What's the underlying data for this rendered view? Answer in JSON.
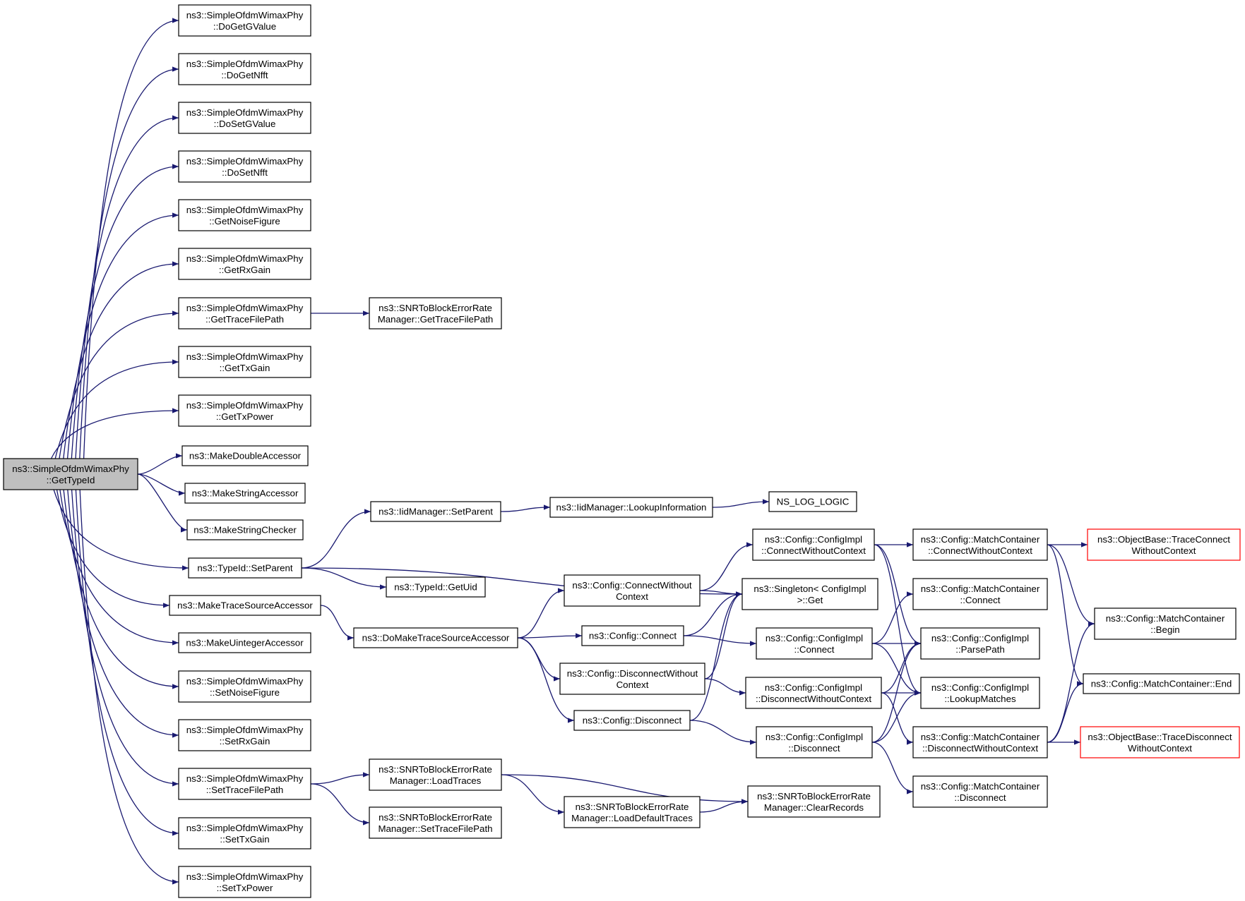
{
  "colors": {
    "edge": "#191970",
    "node_border": "#000000",
    "root_fill": "#bfbfbf",
    "node_fill": "#ffffff",
    "truncated_border": "#ff0000"
  },
  "nodes": [
    {
      "id": "root",
      "lines": [
        "ns3::SimpleOfdmWimaxPhy",
        "::GetTypeId"
      ],
      "kind": "root"
    },
    {
      "id": "n1",
      "lines": [
        "ns3::SimpleOfdmWimaxPhy",
        "::DoGetGValue"
      ]
    },
    {
      "id": "n2",
      "lines": [
        "ns3::SimpleOfdmWimaxPhy",
        "::DoGetNfft"
      ]
    },
    {
      "id": "n3",
      "lines": [
        "ns3::SimpleOfdmWimaxPhy",
        "::DoSetGValue"
      ]
    },
    {
      "id": "n4",
      "lines": [
        "ns3::SimpleOfdmWimaxPhy",
        "::DoSetNfft"
      ]
    },
    {
      "id": "n5",
      "lines": [
        "ns3::SimpleOfdmWimaxPhy",
        "::GetNoiseFigure"
      ]
    },
    {
      "id": "n6",
      "lines": [
        "ns3::SimpleOfdmWimaxPhy",
        "::GetRxGain"
      ]
    },
    {
      "id": "n7",
      "lines": [
        "ns3::SimpleOfdmWimaxPhy",
        "::GetTraceFilePath"
      ]
    },
    {
      "id": "n8",
      "lines": [
        "ns3::SimpleOfdmWimaxPhy",
        "::GetTxGain"
      ]
    },
    {
      "id": "n9",
      "lines": [
        "ns3::SimpleOfdmWimaxPhy",
        "::GetTxPower"
      ]
    },
    {
      "id": "n10",
      "lines": [
        "ns3::MakeDoubleAccessor"
      ]
    },
    {
      "id": "n11",
      "lines": [
        "ns3::MakeStringAccessor"
      ]
    },
    {
      "id": "n12",
      "lines": [
        "ns3::MakeStringChecker"
      ]
    },
    {
      "id": "n13",
      "lines": [
        "ns3::TypeId::SetParent"
      ]
    },
    {
      "id": "n14",
      "lines": [
        "ns3::MakeTraceSourceAccessor"
      ]
    },
    {
      "id": "n15",
      "lines": [
        "ns3::MakeUintegerAccessor"
      ]
    },
    {
      "id": "n16",
      "lines": [
        "ns3::SimpleOfdmWimaxPhy",
        "::SetNoiseFigure"
      ]
    },
    {
      "id": "n17",
      "lines": [
        "ns3::SimpleOfdmWimaxPhy",
        "::SetRxGain"
      ]
    },
    {
      "id": "n18",
      "lines": [
        "ns3::SimpleOfdmWimaxPhy",
        "::SetTraceFilePath"
      ]
    },
    {
      "id": "n19",
      "lines": [
        "ns3::SimpleOfdmWimaxPhy",
        "::SetTxGain"
      ]
    },
    {
      "id": "n20",
      "lines": [
        "ns3::SimpleOfdmWimaxPhy",
        "::SetTxPower"
      ]
    },
    {
      "id": "m1",
      "lines": [
        "ns3::SNRToBlockErrorRate",
        "Manager::GetTraceFilePath"
      ]
    },
    {
      "id": "m2",
      "lines": [
        "ns3::IidManager::SetParent"
      ]
    },
    {
      "id": "m3",
      "lines": [
        "ns3::TypeId::GetUid"
      ]
    },
    {
      "id": "m4",
      "lines": [
        "ns3::DoMakeTraceSourceAccessor"
      ]
    },
    {
      "id": "m5",
      "lines": [
        "ns3::SNRToBlockErrorRate",
        "Manager::LoadTraces"
      ]
    },
    {
      "id": "m6",
      "lines": [
        "ns3::SNRToBlockErrorRate",
        "Manager::SetTraceFilePath"
      ]
    },
    {
      "id": "c1",
      "lines": [
        "ns3::IidManager::LookupInformation"
      ]
    },
    {
      "id": "c2",
      "lines": [
        "ns3::Config::ConnectWithout",
        "Context"
      ]
    },
    {
      "id": "c3",
      "lines": [
        "ns3::Config::Connect"
      ]
    },
    {
      "id": "c4",
      "lines": [
        "ns3::Config::DisconnectWithout",
        "Context"
      ]
    },
    {
      "id": "c5",
      "lines": [
        "ns3::Config::Disconnect"
      ]
    },
    {
      "id": "c6",
      "lines": [
        "ns3::SNRToBlockErrorRate",
        "Manager::LoadDefaultTraces"
      ]
    },
    {
      "id": "d1",
      "lines": [
        "NS_LOG_LOGIC"
      ]
    },
    {
      "id": "d2",
      "lines": [
        "ns3::Config::ConfigImpl",
        "::ConnectWithoutContext"
      ]
    },
    {
      "id": "d3",
      "lines": [
        "ns3::Singleton< ConfigImpl",
        " >::Get"
      ]
    },
    {
      "id": "d4",
      "lines": [
        "ns3::Config::ConfigImpl",
        "::Connect"
      ]
    },
    {
      "id": "d5",
      "lines": [
        "ns3::Config::ConfigImpl",
        "::DisconnectWithoutContext"
      ]
    },
    {
      "id": "d6",
      "lines": [
        "ns3::Config::ConfigImpl",
        "::Disconnect"
      ]
    },
    {
      "id": "d7",
      "lines": [
        "ns3::SNRToBlockErrorRate",
        "Manager::ClearRecords"
      ]
    },
    {
      "id": "e1",
      "lines": [
        "ns3::Config::MatchContainer",
        "::ConnectWithoutContext"
      ]
    },
    {
      "id": "e2",
      "lines": [
        "ns3::Config::MatchContainer",
        "::Connect"
      ]
    },
    {
      "id": "e3",
      "lines": [
        "ns3::Config::ConfigImpl",
        "::ParsePath"
      ]
    },
    {
      "id": "e4",
      "lines": [
        "ns3::Config::ConfigImpl",
        "::LookupMatches"
      ]
    },
    {
      "id": "e5",
      "lines": [
        "ns3::Config::MatchContainer",
        "::DisconnectWithoutContext"
      ]
    },
    {
      "id": "e6",
      "lines": [
        "ns3::Config::MatchContainer",
        "::Disconnect"
      ]
    },
    {
      "id": "f1",
      "lines": [
        "ns3::ObjectBase::TraceConnect",
        "WithoutContext"
      ],
      "kind": "truncated"
    },
    {
      "id": "f2",
      "lines": [
        "ns3::Config::MatchContainer",
        "::Begin"
      ]
    },
    {
      "id": "f3",
      "lines": [
        "ns3::Config::MatchContainer::End"
      ]
    },
    {
      "id": "f4",
      "lines": [
        "ns3::ObjectBase::TraceDisconnect",
        "WithoutContext"
      ],
      "kind": "truncated"
    }
  ],
  "edges": [
    [
      "root",
      "n1"
    ],
    [
      "root",
      "n2"
    ],
    [
      "root",
      "n3"
    ],
    [
      "root",
      "n4"
    ],
    [
      "root",
      "n5"
    ],
    [
      "root",
      "n6"
    ],
    [
      "root",
      "n7"
    ],
    [
      "root",
      "n8"
    ],
    [
      "root",
      "n9"
    ],
    [
      "root",
      "n10"
    ],
    [
      "root",
      "n11"
    ],
    [
      "root",
      "n12"
    ],
    [
      "root",
      "n13"
    ],
    [
      "root",
      "n14"
    ],
    [
      "root",
      "n15"
    ],
    [
      "root",
      "n16"
    ],
    [
      "root",
      "n17"
    ],
    [
      "root",
      "n18"
    ],
    [
      "root",
      "n19"
    ],
    [
      "root",
      "n20"
    ],
    [
      "n7",
      "m1"
    ],
    [
      "n13",
      "m2"
    ],
    [
      "n13",
      "m3"
    ],
    [
      "n13",
      "d3"
    ],
    [
      "m2",
      "c1"
    ],
    [
      "c1",
      "d1"
    ],
    [
      "n14",
      "m4"
    ],
    [
      "m4",
      "c2"
    ],
    [
      "m4",
      "c3"
    ],
    [
      "m4",
      "c4"
    ],
    [
      "m4",
      "c5"
    ],
    [
      "c2",
      "d2"
    ],
    [
      "c2",
      "d3"
    ],
    [
      "c3",
      "d3"
    ],
    [
      "c3",
      "d4"
    ],
    [
      "c4",
      "d3"
    ],
    [
      "c4",
      "d5"
    ],
    [
      "c5",
      "d3"
    ],
    [
      "c5",
      "d6"
    ],
    [
      "d2",
      "e1"
    ],
    [
      "d2",
      "e3"
    ],
    [
      "d2",
      "e4"
    ],
    [
      "d4",
      "e2"
    ],
    [
      "d4",
      "e3"
    ],
    [
      "d4",
      "e4"
    ],
    [
      "d5",
      "e3"
    ],
    [
      "d5",
      "e4"
    ],
    [
      "d5",
      "e5"
    ],
    [
      "d6",
      "e3"
    ],
    [
      "d6",
      "e4"
    ],
    [
      "d6",
      "e6"
    ],
    [
      "e1",
      "f1"
    ],
    [
      "e1",
      "f2"
    ],
    [
      "e1",
      "f3"
    ],
    [
      "e5",
      "f2"
    ],
    [
      "e5",
      "f3"
    ],
    [
      "e5",
      "f4"
    ],
    [
      "n18",
      "m5"
    ],
    [
      "n18",
      "m6"
    ],
    [
      "m5",
      "c6"
    ],
    [
      "m5",
      "d7"
    ],
    [
      "c6",
      "d7"
    ]
  ]
}
